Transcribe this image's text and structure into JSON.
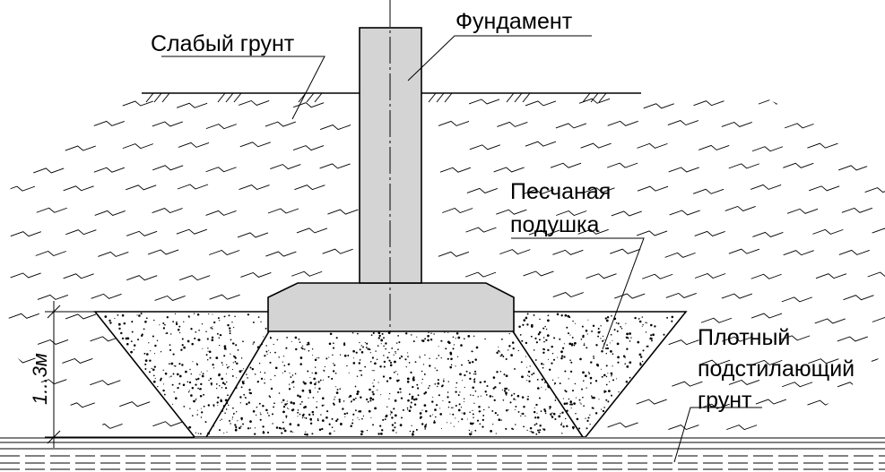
{
  "labels": {
    "weak_soil": "Слабый грунт",
    "foundation": "Фундамент",
    "sand_cushion_line1": "Песчаная",
    "sand_cushion_line2": "подушка",
    "dense_soil_line1": "Плотный",
    "dense_soil_line2": "подстилающий",
    "dense_soil_line3": "грунт",
    "depth_dimension": "1...3м"
  },
  "colors": {
    "concrete": "#d4d4d4",
    "line": "#000000",
    "background": "#ffffff"
  }
}
